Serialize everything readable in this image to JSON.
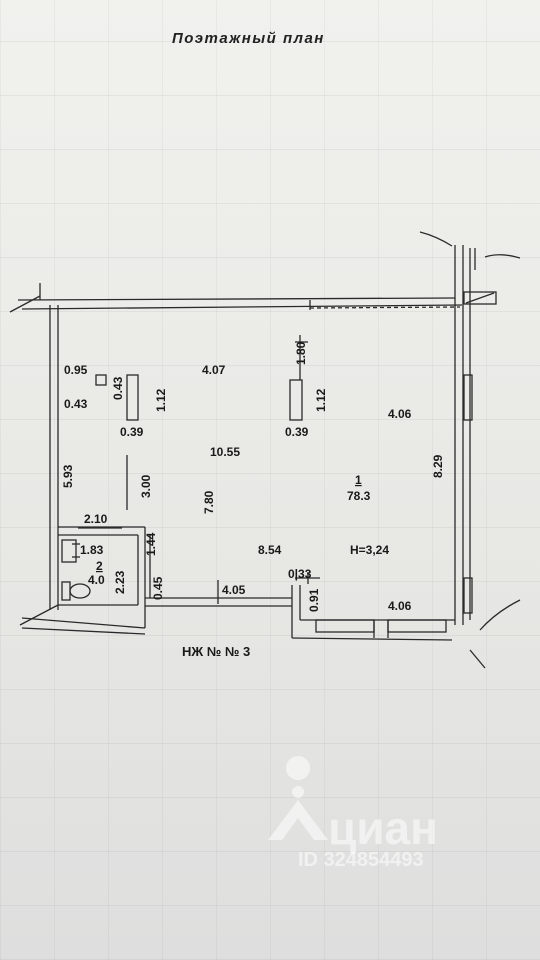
{
  "title": "Поэтажный план",
  "apartment_label": "НЖ № № 3",
  "room1": {
    "number": "1",
    "area": "78.3",
    "height": "H=3,24"
  },
  "room2": {
    "number": "2",
    "area": "4.0"
  },
  "dims": {
    "d095": "0.95",
    "d043a": "0.43",
    "d043b": "0.43",
    "d112a": "1.12",
    "d039a": "0.39",
    "d407": "4.07",
    "d180": "1.80",
    "d112b": "1.12",
    "d039b": "0.39",
    "d406a": "4.06",
    "d1055": "10.55",
    "d593": "5.93",
    "d300": "3.00",
    "d780": "7.80",
    "d829": "8.29",
    "d210": "2.10",
    "d183": "1.83",
    "d144": "1.44",
    "d223": "2.23",
    "d045": "0.45",
    "d854": "8.54",
    "d033": "0|33",
    "d091": "0.91",
    "d405": "4.05",
    "d406b": "4.06"
  },
  "watermark": {
    "brand": "циан",
    "id": "ID 324854493"
  }
}
